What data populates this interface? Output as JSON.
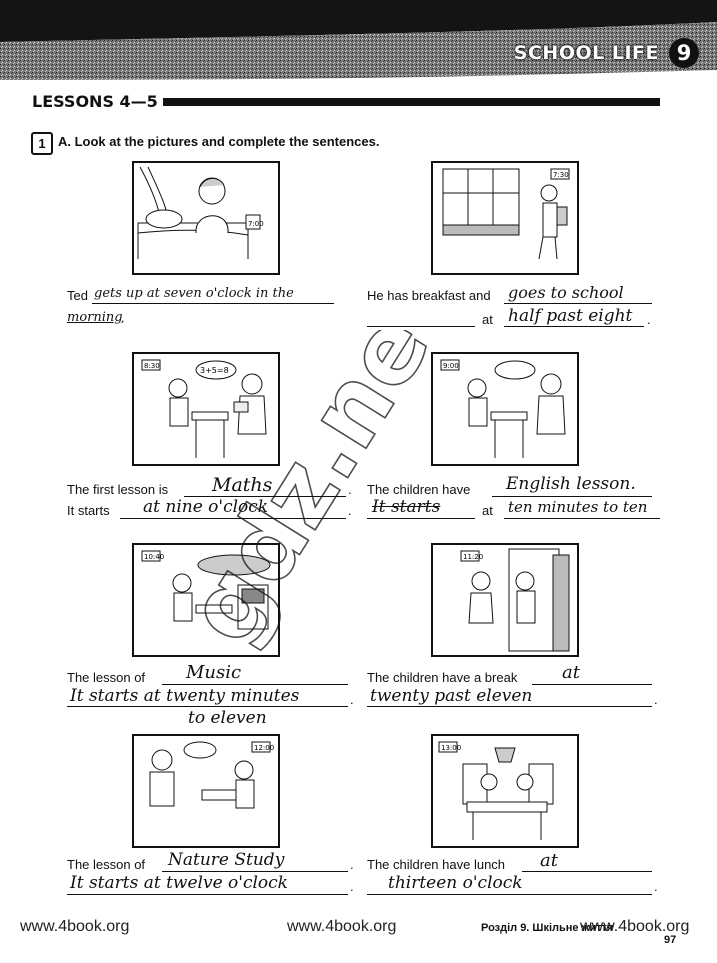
{
  "header": {
    "unit_title": "SCHOOL LIFE",
    "unit_number": "9",
    "lessons": "LESSONS 4—5"
  },
  "task": {
    "number": "1",
    "instruction": "A. Look at the pictures and complete the sentences."
  },
  "clocks": [
    "7:00",
    "7:30",
    "8:30",
    "9:00",
    "10:40",
    "11:20",
    "12:00",
    "13:00"
  ],
  "bubbles": {
    "math": "3+5=8"
  },
  "items": [
    {
      "prefix": "Ted",
      "answer1": "gets up at seven o'clock in the",
      "answer2": "morning",
      "end2": "."
    },
    {
      "prefix": "He has breakfast and",
      "answer1": "goes to school",
      "at": "at",
      "answer2": "half past eight",
      "end2": "."
    },
    {
      "prefix": "The first lesson is",
      "answer1": "Maths",
      "end1": ".",
      "prefix2": "It starts",
      "answer2": "at nine o'clock",
      "end2": "."
    },
    {
      "prefix": "The children have",
      "answer1": "English lesson.",
      "answer1b": "It starts",
      "at": "at",
      "answer2": "ten minutes to ten"
    },
    {
      "prefix": "The lesson of",
      "answer1": "Music",
      "answer2": "It starts at twenty minutes",
      "answer3": "to eleven",
      "end2": "."
    },
    {
      "prefix": "The children have a break",
      "answer1": "at",
      "answer2": "twenty past eleven",
      "end2": "."
    },
    {
      "prefix": "The lesson of",
      "answer1": "Nature Study",
      "end1": ".",
      "answer2": "It starts at twelve o'clock",
      "end2": "."
    },
    {
      "prefix": "The children have lunch",
      "answer1": "at",
      "answer2": "thirteen o'clock",
      "end2": "."
    }
  ],
  "watermark": "gdz.net",
  "footer": {
    "left": "www.4book.org",
    "center": "www.4book.org",
    "right": "www.4book.org",
    "ukr": "Розділ 9. Шкільне життя",
    "page": "97"
  }
}
